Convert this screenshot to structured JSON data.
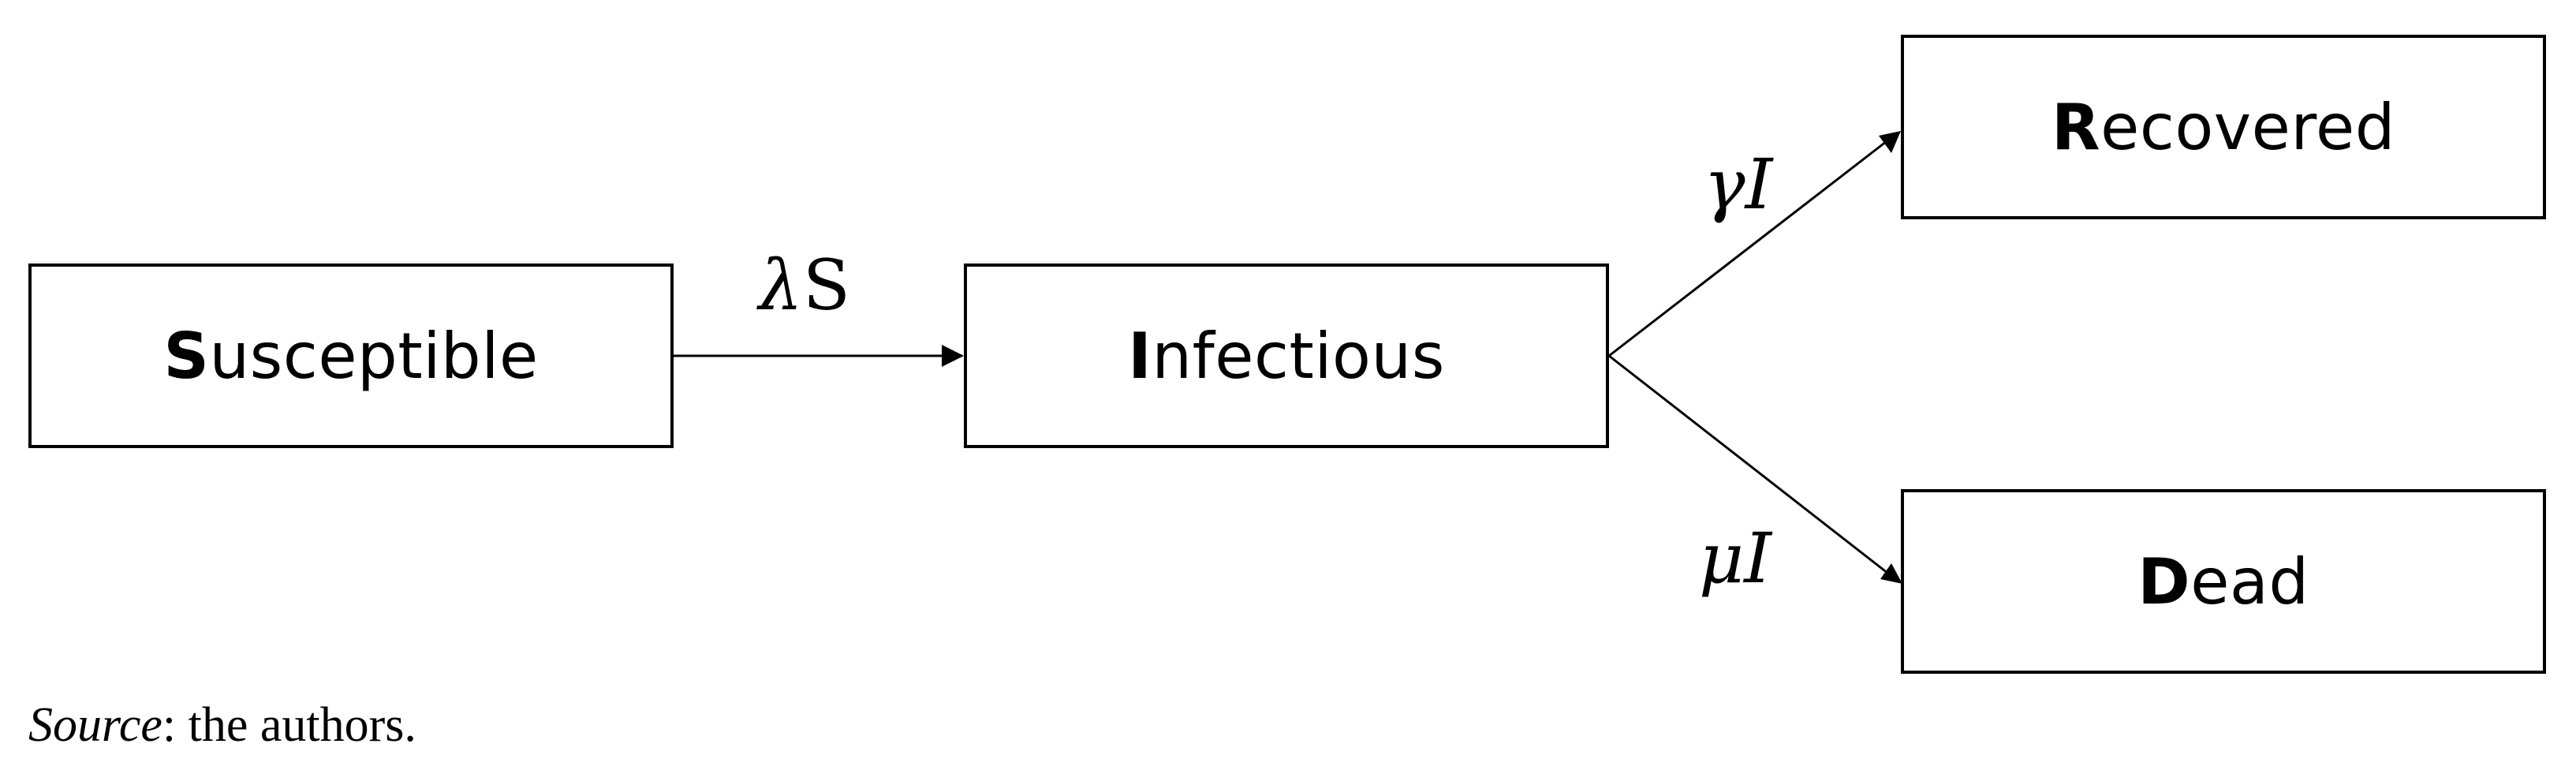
{
  "compartments": {
    "susceptible": {
      "initial": "S",
      "rest": "usceptible"
    },
    "infectious": {
      "initial": "I",
      "rest": "nfectious"
    },
    "recovered": {
      "initial": "R",
      "rest": "ecovered"
    },
    "dead": {
      "initial": "D",
      "rest": "ead"
    }
  },
  "transitions": {
    "infection": {
      "symbol": "λ",
      "variable": "S"
    },
    "recovery": {
      "symbol": "γ",
      "variable": "I"
    },
    "death": {
      "symbol": "μ",
      "variable": "I"
    }
  },
  "caption": {
    "label": "Source",
    "text": ": the authors."
  },
  "colors": {
    "stroke": "#000000",
    "background": "#ffffff"
  }
}
